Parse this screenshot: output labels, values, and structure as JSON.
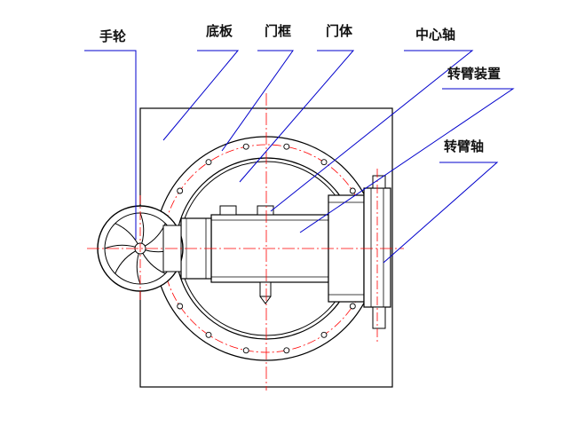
{
  "labels": {
    "handwheel": "手轮",
    "base_plate": "底板",
    "door_frame": "门框",
    "door_body": "门体",
    "center_shaft": "中心轴",
    "swing_arm_device": "转臂装置",
    "swing_arm_shaft": "转臂轴"
  },
  "colors": {
    "outline": "#000000",
    "centerline": "#ff0000",
    "leader": "#0000cc",
    "background": "#ffffff"
  }
}
